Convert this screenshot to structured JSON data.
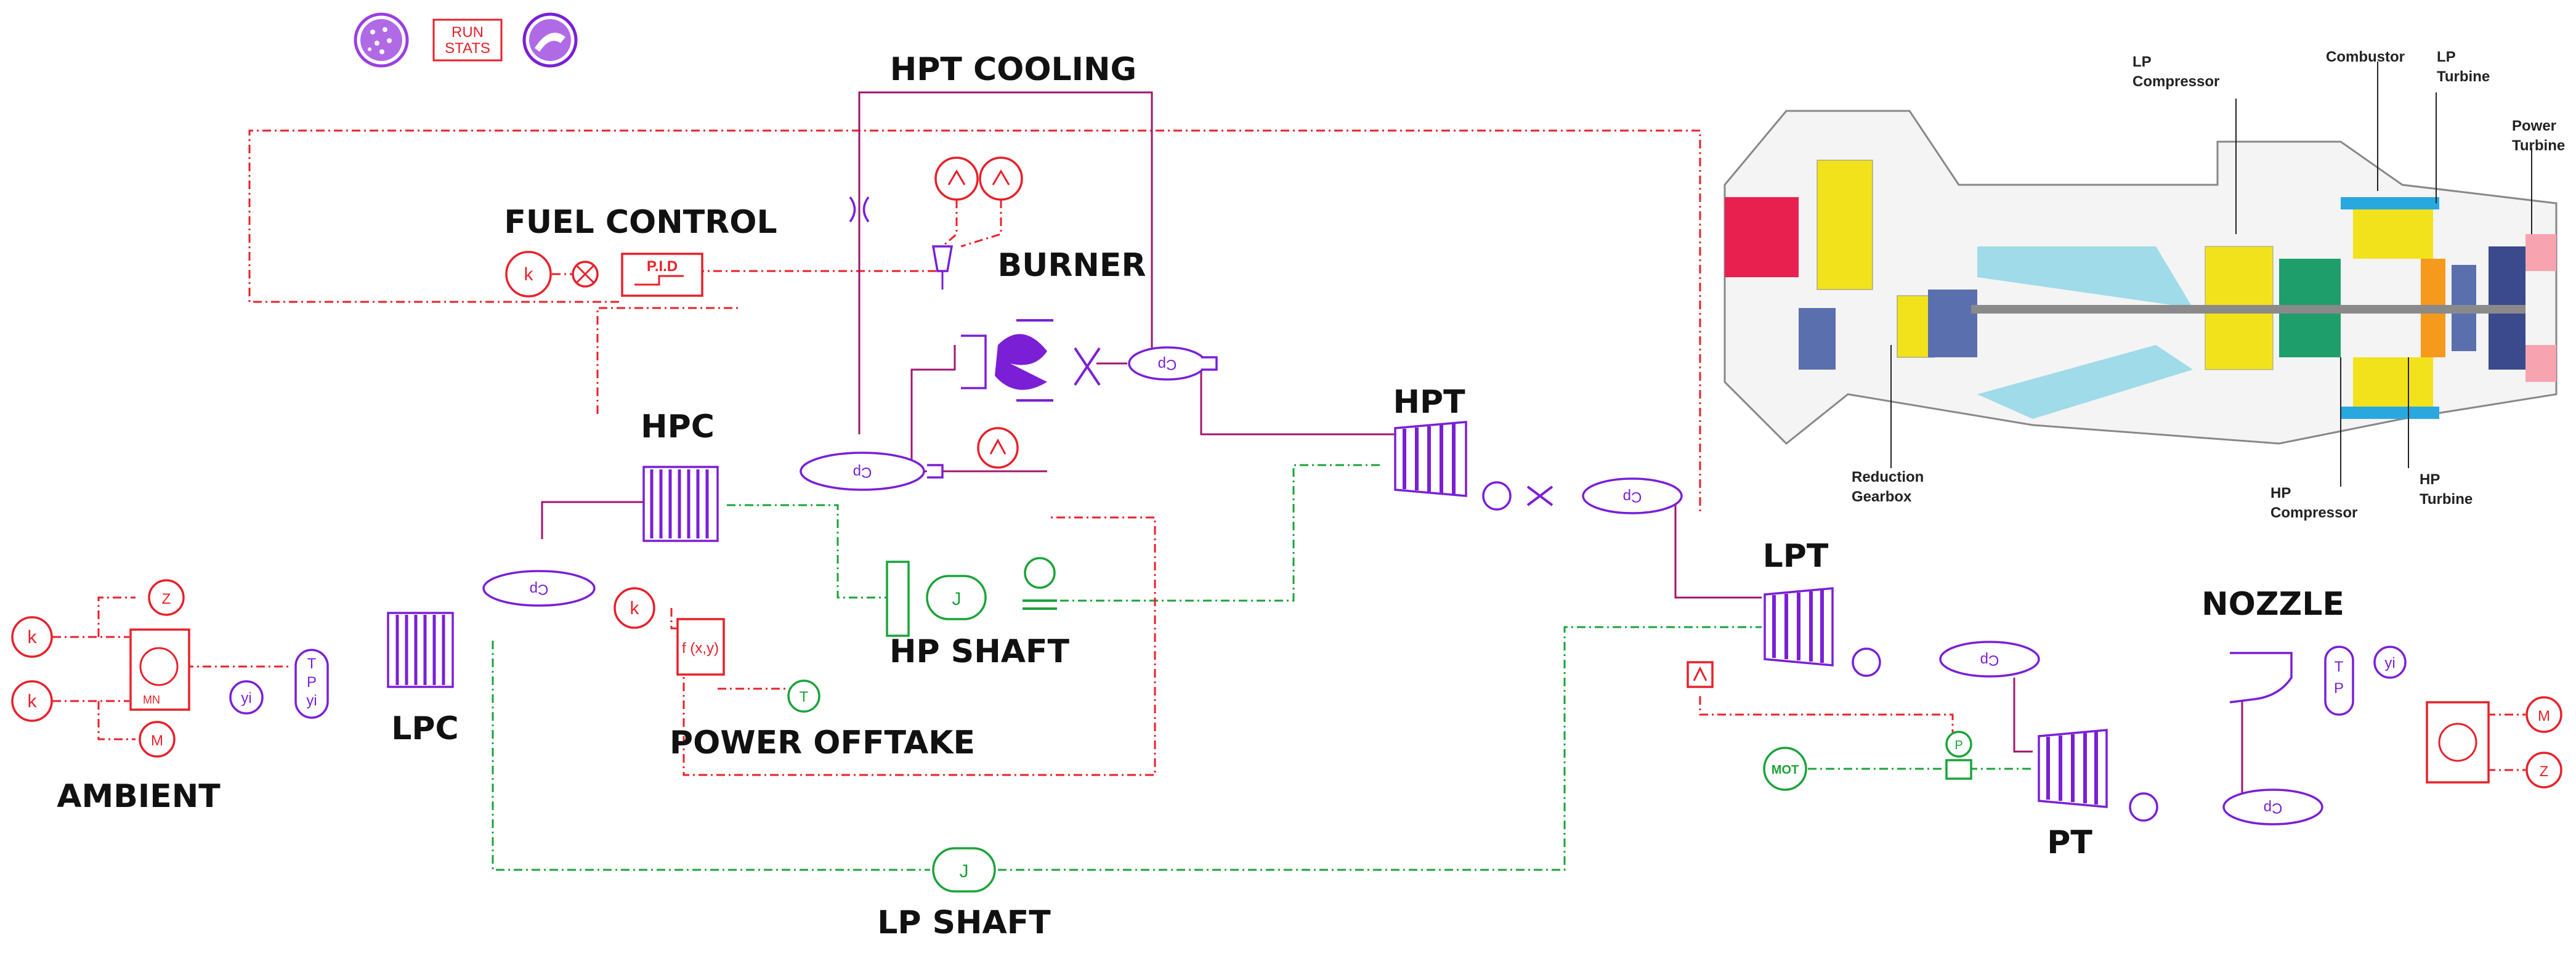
{
  "toolbar": {
    "run_stats_label_line1": "RUN",
    "run_stats_label_line2": "STATS"
  },
  "blocks": {
    "hpt_cooling": "HPT COOLING",
    "fuel_control": "FUEL CONTROL",
    "burner": "BURNER",
    "hpc": "HPC",
    "hpt": "HPT",
    "lpt": "LPT",
    "lpc": "LPC",
    "hp_shaft": "HP SHAFT",
    "power_offtake": "POWER OFFTAKE",
    "ambient": "AMBIENT",
    "nozzle": "NOZZLE",
    "pt": "PT",
    "lp_shaft": "LP SHAFT"
  },
  "symbols": {
    "pid": "P.I.D",
    "k": "k",
    "fxy": "f (x,y)",
    "cp": "Cp",
    "j": "J",
    "t": "T",
    "mot": "MOT",
    "p": "P",
    "z": "Z",
    "m": "M",
    "yi": "yi",
    "tpyi": [
      "T",
      "P",
      "yi"
    ],
    "tp": [
      "T",
      "P"
    ],
    "mn": "MN",
    "x": "x",
    "y": "y"
  },
  "engine_labels": {
    "lp_compressor": [
      "LP",
      "Compressor"
    ],
    "combustor": "Combustor",
    "lp_turbine": [
      "LP",
      "Turbine"
    ],
    "power_turbine": [
      "Power",
      "Turbine"
    ],
    "reduction_gearbox": [
      "Reduction",
      "Gearbox"
    ],
    "hp_compressor": [
      "HP",
      "Compressor"
    ],
    "hp_turbine": [
      "HP",
      "Turbine"
    ]
  },
  "colors": {
    "signal_red": "#e8202a",
    "fluid_purple": "#7a1fd6",
    "mech_green": "#1aa33a",
    "flow_line": "#a0156f"
  }
}
